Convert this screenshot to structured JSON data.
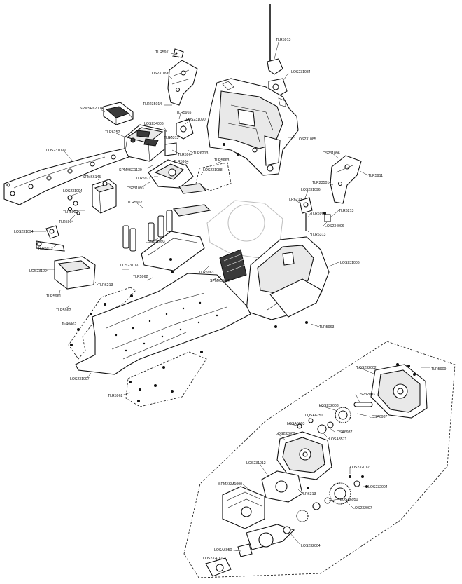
{
  "labels": [
    {
      "id": "c1",
      "text": "TLR5913"
    },
    {
      "id": "c2",
      "text": "LOS231084"
    },
    {
      "id": "c3",
      "text": "TLR5911"
    },
    {
      "id": "c4",
      "text": "LOS231096"
    },
    {
      "id": "c5",
      "text": "TLR235014"
    },
    {
      "id": "c6",
      "text": "TLR5965"
    },
    {
      "id": "c7",
      "text": "LOS231090"
    },
    {
      "id": "c8",
      "text": "SPMSR6200A"
    },
    {
      "id": "c9",
      "text": "LOS234006"
    },
    {
      "id": "c10",
      "text": "TLR6252"
    },
    {
      "id": "c11",
      "text": "TLR6313"
    },
    {
      "id": "c12",
      "text": "TLR6213"
    },
    {
      "id": "c13",
      "text": "TLR5964"
    },
    {
      "id": "c14",
      "text": "LOS231085"
    },
    {
      "id": "c15",
      "text": "LOS231099"
    },
    {
      "id": "c16",
      "text": "SPMXSE1130"
    },
    {
      "id": "c17",
      "text": "TLR5963"
    },
    {
      "id": "c18",
      "text": "TLR5964"
    },
    {
      "id": "c19",
      "text": "LOS231088"
    },
    {
      "id": "c20",
      "text": "SPMS6145"
    },
    {
      "id": "c21",
      "text": "TLR5971"
    },
    {
      "id": "c22",
      "text": "LOS231093"
    },
    {
      "id": "c23",
      "text": "LOS231094"
    },
    {
      "id": "c24",
      "text": "TLR5902"
    },
    {
      "id": "c25",
      "text": "TLR5904"
    },
    {
      "id": "c26",
      "text": "TLR5962"
    },
    {
      "id": "c27",
      "text": "LOS231096"
    },
    {
      "id": "c28",
      "text": "TLR5911"
    },
    {
      "id": "c29",
      "text": "TLR235014"
    },
    {
      "id": "c30",
      "text": "LOS231096"
    },
    {
      "id": "c31",
      "text": "TLR6213"
    },
    {
      "id": "c32",
      "text": "TLR6213"
    },
    {
      "id": "c33",
      "text": "LOS234006"
    },
    {
      "id": "c34",
      "text": "TLR5964"
    },
    {
      "id": "c35",
      "text": "TLR6313"
    },
    {
      "id": "c36",
      "text": "LOS231094"
    },
    {
      "id": "c37",
      "text": "TLR5913"
    },
    {
      "id": "c38",
      "text": "LOS231093"
    },
    {
      "id": "c39",
      "text": "LOS231097"
    },
    {
      "id": "c40",
      "text": "TLR5962"
    },
    {
      "id": "c41",
      "text": "TLR5963"
    },
    {
      "id": "c42",
      "text": "SPMXSM4T"
    },
    {
      "id": "c43",
      "text": "LOS231094"
    },
    {
      "id": "c44",
      "text": "TLR6213"
    },
    {
      "id": "c45",
      "text": "TLR5961"
    },
    {
      "id": "c46",
      "text": "TLR5962"
    },
    {
      "id": "c47",
      "text": "TLR5962"
    },
    {
      "id": "c48",
      "text": "LOS231097"
    },
    {
      "id": "c49",
      "text": "TLR5962"
    },
    {
      "id": "c50",
      "text": "LOS231006"
    },
    {
      "id": "c51",
      "text": "TLR5963"
    },
    {
      "id": "c52",
      "text": "LOS232002"
    },
    {
      "id": "c53",
      "text": "TLR5909"
    },
    {
      "id": "c54",
      "text": "LOS232003"
    },
    {
      "id": "c55",
      "text": "LOS232003"
    },
    {
      "id": "c56",
      "text": "LOSA6937"
    },
    {
      "id": "c57",
      "text": "LOSA6250"
    },
    {
      "id": "c58",
      "text": "LOSA5003"
    },
    {
      "id": "c59",
      "text": "LOSA6937"
    },
    {
      "id": "c60",
      "text": "LOSA3571"
    },
    {
      "id": "c61",
      "text": "LOS232002"
    },
    {
      "id": "c62",
      "text": "LOS231012"
    },
    {
      "id": "c63",
      "text": "LOS232012"
    },
    {
      "id": "c64",
      "text": "SPMXSM1000"
    },
    {
      "id": "c65",
      "text": "LOS232004"
    },
    {
      "id": "c66",
      "text": "TLR6313"
    },
    {
      "id": "c67",
      "text": "LOSA6950"
    },
    {
      "id": "c68",
      "text": "LOS232007"
    },
    {
      "id": "c69",
      "text": "LOSA6950"
    },
    {
      "id": "c70",
      "text": "LOS232004"
    },
    {
      "id": "c71",
      "text": "LOS232012"
    }
  ]
}
